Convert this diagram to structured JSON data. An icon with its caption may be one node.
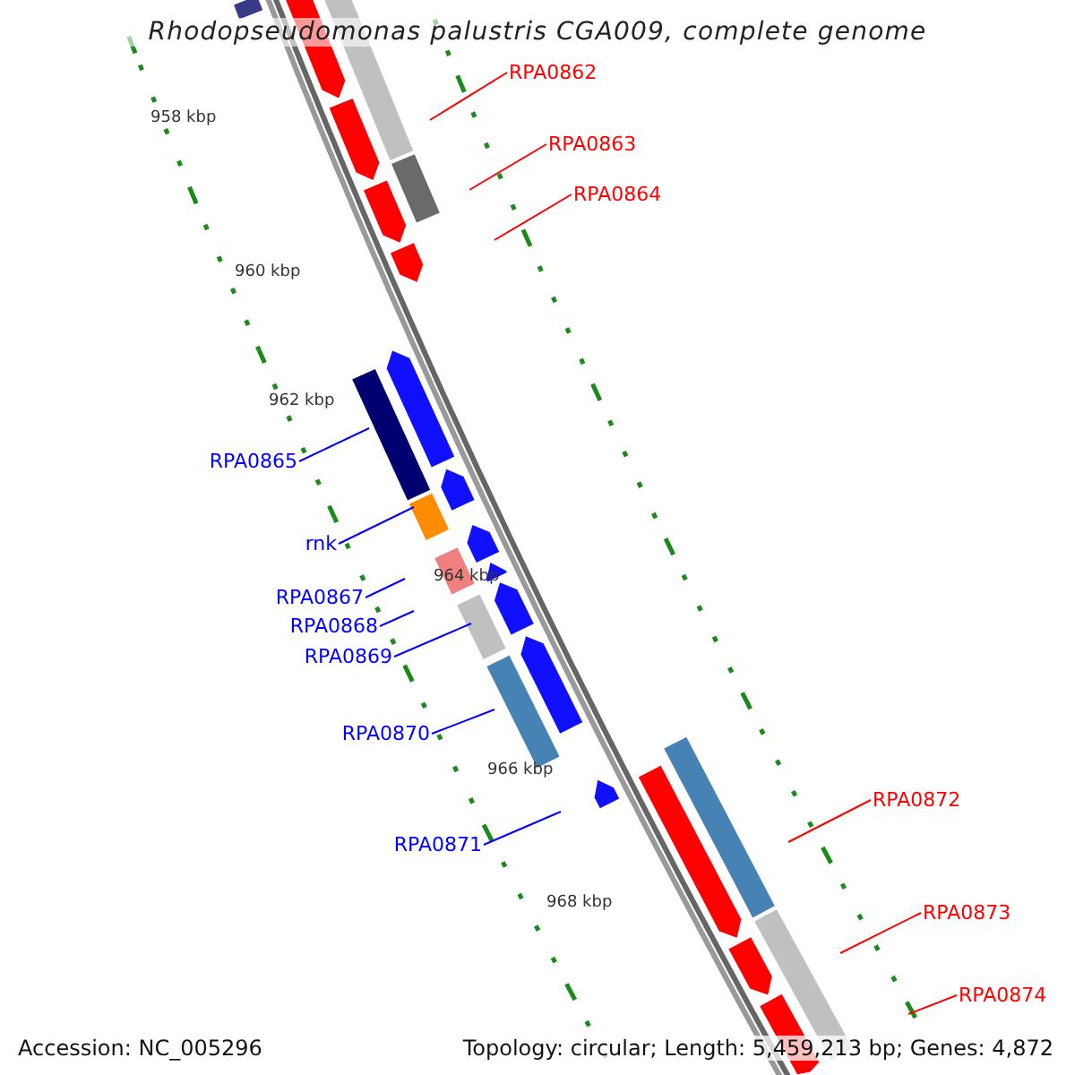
{
  "diagram": {
    "title": "Rhodopseudomonas palustris CGA009, complete genome",
    "nodes": [
      {
        "text": [
          "RPA0862"
        ]
      },
      {
        "text": [
          "RPA0863"
        ]
      },
      {
        "text": [
          "RPA0864"
        ]
      },
      {
        "text": [
          "RPA0865"
        ]
      },
      {
        "text": [
          "rnk"
        ]
      },
      {
        "text": [
          "RPA0867"
        ]
      },
      {
        "text": [
          "RPA0868"
        ]
      },
      {
        "text": [
          "RPA0869"
        ]
      },
      {
        "text": [
          "RPA0870"
        ]
      },
      {
        "text": [
          "RPA0871"
        ]
      },
      {
        "text": [
          "RPA0872"
        ]
      },
      {
        "text": [
          "RPA0873"
        ]
      },
      {
        "text": [
          "RPA0874"
        ]
      }
    ],
    "edges": [
      {
        "from": 0,
        "to": null,
        "arrow": "none",
        "color": "#ff0000"
      },
      {
        "from": 1,
        "to": null,
        "arrow": "none",
        "color": "#ff0000"
      },
      {
        "from": 2,
        "to": null,
        "arrow": "none",
        "color": "#ff0000"
      },
      {
        "from": 3,
        "to": null,
        "arrow": "none"
      },
      {
        "from": 4,
        "to": null,
        "arrow": "none"
      },
      {
        "from": 5,
        "to": null,
        "arrow": "none"
      },
      {
        "from": 6,
        "to": null,
        "arrow": "none"
      },
      {
        "from": 7,
        "to": null,
        "arrow": "none"
      },
      {
        "from": 8,
        "to": null,
        "arrow": "none"
      },
      {
        "from": 9,
        "to": null,
        "arrow": "none"
      },
      {
        "from": 10,
        "to": null,
        "arrow": "none",
        "color": "#ff0000"
      },
      {
        "from": 11,
        "to": null,
        "arrow": "none",
        "color": "#ff0000"
      },
      {
        "from": 12,
        "to": null,
        "arrow": "none",
        "color": "#ff0000"
      }
    ],
    "labels": [
      "958 kbp",
      "960 kbp",
      "962 kbp",
      "964 kbp",
      "966 kbp",
      "968 kbp",
      "Accession: NC_005296",
      "Topology: circular; Length: 5,459,213 bp; Genes: 4,872"
    ]
  }
}
